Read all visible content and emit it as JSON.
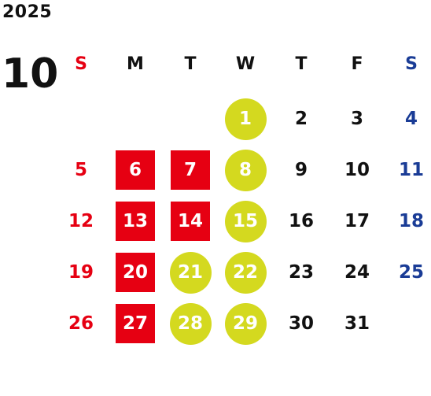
{
  "year": "2025",
  "month": "10",
  "weekdays": [
    "S",
    "M",
    "T",
    "W",
    "T",
    "F",
    "S"
  ],
  "colors": {
    "sunday": "#e60012",
    "saturday": "#1a3c96",
    "highlight_red": "#e60012",
    "highlight_green": "#d4d91f",
    "text": "#111111"
  },
  "weeks": [
    [
      {
        "day": ""
      },
      {
        "day": ""
      },
      {
        "day": ""
      },
      {
        "day": "1",
        "mark": "green"
      },
      {
        "day": "2"
      },
      {
        "day": "3"
      },
      {
        "day": "4"
      }
    ],
    [
      {
        "day": "5"
      },
      {
        "day": "6",
        "mark": "red"
      },
      {
        "day": "7",
        "mark": "red"
      },
      {
        "day": "8",
        "mark": "green"
      },
      {
        "day": "9"
      },
      {
        "day": "10"
      },
      {
        "day": "11"
      }
    ],
    [
      {
        "day": "12"
      },
      {
        "day": "13",
        "mark": "red"
      },
      {
        "day": "14",
        "mark": "red"
      },
      {
        "day": "15",
        "mark": "green"
      },
      {
        "day": "16"
      },
      {
        "day": "17"
      },
      {
        "day": "18"
      }
    ],
    [
      {
        "day": "19"
      },
      {
        "day": "20",
        "mark": "red"
      },
      {
        "day": "21",
        "mark": "green"
      },
      {
        "day": "22",
        "mark": "green"
      },
      {
        "day": "23"
      },
      {
        "day": "24"
      },
      {
        "day": "25"
      }
    ],
    [
      {
        "day": "26"
      },
      {
        "day": "27",
        "mark": "red"
      },
      {
        "day": "28",
        "mark": "green"
      },
      {
        "day": "29",
        "mark": "green"
      },
      {
        "day": "30"
      },
      {
        "day": "31"
      },
      {
        "day": ""
      }
    ]
  ]
}
